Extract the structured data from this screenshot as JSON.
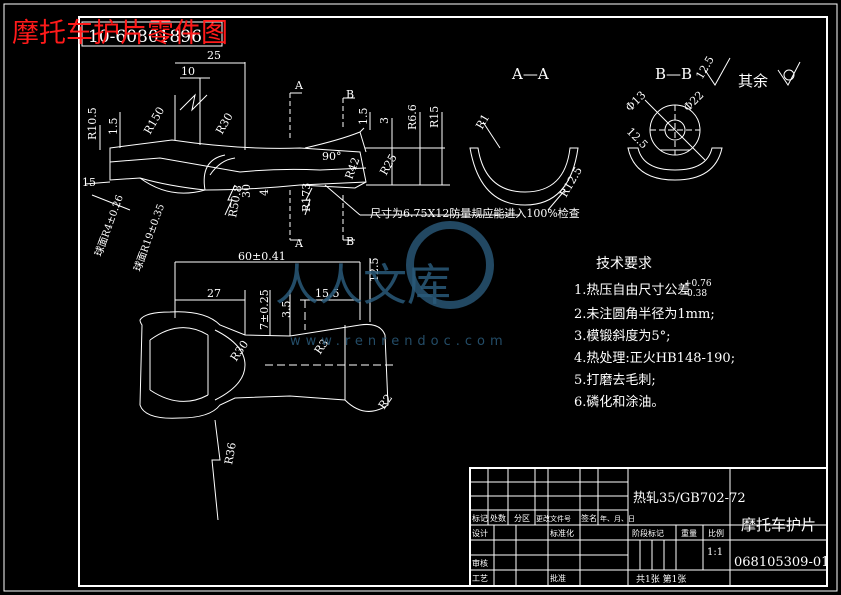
{
  "header": {
    "banner": "摩托车护片零件图",
    "drawing_no_box": "10-60801896"
  },
  "section_labels": {
    "aa": "A—A",
    "bb": "B—B",
    "a_mark": "A",
    "b_mark": "B",
    "rest": "其余",
    "roughness": "12.5"
  },
  "dims_front": {
    "d25": "25",
    "d10": "10",
    "r10_5": "R10.5",
    "d1_5": "1.5",
    "r150": "R150",
    "r30": "R30",
    "d90": "90°",
    "d1_5b": "1.5",
    "d3": "3",
    "r6_6": "R6.6",
    "r15": "R15",
    "r25": "R25",
    "r173": "R173",
    "r42": "R42",
    "d15": "15",
    "d4": "4",
    "d30": "30",
    "r50_8": "R50.8",
    "note": "尺寸为6.75X12防量规应能进入100%检查",
    "left_note1": "球面R4±0.26",
    "left_note2": "球面R19±0.35"
  },
  "dims_section": {
    "r1": "R1",
    "r12_5": "R12.5",
    "phi13": "Φ13",
    "phi22": "Φ22",
    "d12_5": "12.5"
  },
  "dims_plan": {
    "d60": "60±0.41",
    "d27": "27",
    "d15_5": "15.5",
    "d12_5": "12.5",
    "d7": "7±0.25",
    "d3_5": "3.5",
    "r30": "R30",
    "r3": "R3",
    "r2": "R2",
    "r36": "R36"
  },
  "tech": {
    "title": "技术要求",
    "items": [
      "1.热压自由尺寸公差",
      "2.未注圆角半径为1mm;",
      "3.模锻斜度为5°;",
      "4.热处理:正火HB148-190;",
      "5.打磨去毛刺;",
      "6.磷化和涂油。"
    ],
    "tol_plus": "+0.76",
    "tol_minus": "-0.38"
  },
  "title_block": {
    "material": "热轧35/GB702-72",
    "part_name": "摩托车护片",
    "drawing_no": "068105309-01",
    "scale": "1:1",
    "sheet": "共1张 第1张",
    "h_mark": "标记",
    "h_qty": "处数",
    "h_zone": "分区",
    "h_doc": "更改文件号",
    "h_sign": "签名",
    "h_date": "年、月、日",
    "h_design": "设计",
    "h_std": "标准化",
    "h_stage": "阶段标记",
    "h_weight": "重量",
    "h_ratio": "比例",
    "h_review": "审核",
    "h_process": "工艺",
    "h_approve": "批准"
  },
  "watermark": {
    "text": "人人文库",
    "url": "www.renrendoc.com"
  }
}
